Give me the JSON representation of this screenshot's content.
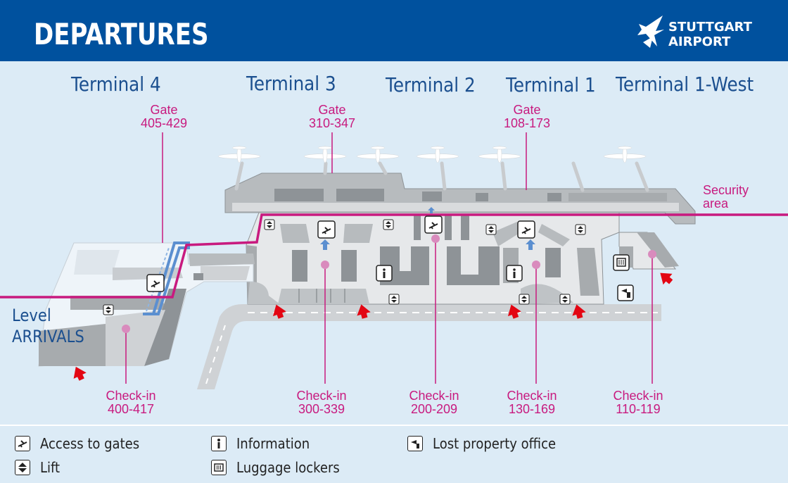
{
  "header": {
    "title": "DEPARTURES",
    "logo_line1": "STUTTGART",
    "logo_line2": "AIRPORT"
  },
  "terminals": [
    "Terminal 4",
    "Terminal 3",
    "Terminal 2",
    "Terminal 1",
    "Terminal 1-West"
  ],
  "gates": [
    {
      "label": "Gate",
      "range": "405-429"
    },
    {
      "label": "Gate",
      "range": "310-347"
    },
    {
      "label": "Gate",
      "range": "108-173"
    }
  ],
  "security": {
    "line1": "Security",
    "line2": "area"
  },
  "level": {
    "line1": "Level",
    "line2": "ARRIVALS"
  },
  "checkins": [
    {
      "label": "Check-in",
      "range": "400-417"
    },
    {
      "label": "Check-in",
      "range": "300-339"
    },
    {
      "label": "Check-in",
      "range": "200-209"
    },
    {
      "label": "Check-in",
      "range": "130-169"
    },
    {
      "label": "Check-in",
      "range": "110-119"
    }
  ],
  "legend": {
    "access_to_gates": "Access to gates",
    "lift": "Lift",
    "information": "Information",
    "luggage_lockers": "Luggage lockers",
    "lost_property": "Lost property office"
  },
  "colors": {
    "header": "#00519e",
    "background": "#dcebf6",
    "pink": "#c81a7f",
    "terminal_text": "#1b4f8f",
    "entrance_arrow": "#e30613"
  },
  "icons": [
    "plane-departure-icon",
    "lift-icon",
    "info-icon",
    "luggage-locker-icon",
    "lost-property-icon",
    "entrance-arrow-icon"
  ]
}
